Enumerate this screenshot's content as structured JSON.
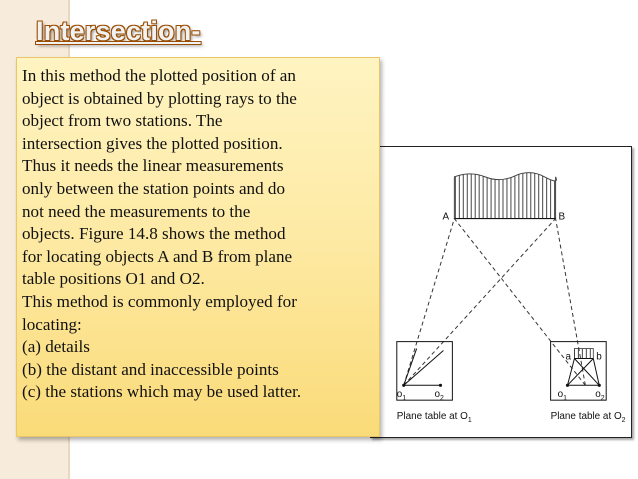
{
  "slide": {
    "title": "Intersection-",
    "body": "In this method the plotted position of an\nobject is obtained by plotting rays to the\nobject from two stations. The\nintersection gives the plotted position.\nThus it needs the linear measurements\nonly between the station points and do\nnot need the measurements to the\nobjects. Figure 14.8 shows the method\nfor locating objects A and B from plane\ntable positions O1 and O2.\nThis method is commonly employed for\nlocating:\n(a) details\n(b) the distant and inaccessible points\n(c) the stations which may be used latter."
  },
  "figure": {
    "point_a": "A",
    "point_b": "B",
    "small_a": "a",
    "small_b": "b",
    "o1": "o",
    "o1_sub": "1",
    "o2": "o",
    "o2_sub": "2",
    "caption_left": "Plane table at O",
    "caption_left_sub": "1",
    "caption_right": "Plane table at O",
    "caption_right_sub": "2"
  },
  "colors": {
    "title_fill": "#f2f2f2",
    "title_outline": "#9a4d00",
    "note_background": "#fde9a2",
    "left_band": "#f7ebdb"
  }
}
